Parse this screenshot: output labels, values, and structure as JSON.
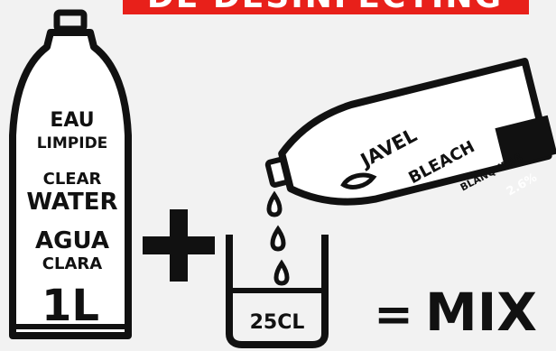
{
  "banner": {
    "text": "DE DESINFECTING",
    "color": "#e8201a"
  },
  "bottle": {
    "lines": [
      "EAU",
      "LIMPIDE",
      "CLEAR",
      "WATER",
      "AGUA",
      "CLARA"
    ],
    "volume": "1L"
  },
  "bleach_bottle": {
    "lines": [
      "JAVEL",
      "BLEACH",
      "BLANQUEAR"
    ],
    "concentration": "2.6%"
  },
  "operator_plus": "+",
  "cup": {
    "volume": "25CL"
  },
  "result": {
    "equals": "=",
    "text": "MIX"
  },
  "colors": {
    "ink": "#111111",
    "background": "#f2f2f2"
  },
  "icons": [
    "water-bottle-icon",
    "bleach-bottle-icon",
    "drops-icon",
    "measuring-cup-icon",
    "plus-icon"
  ]
}
